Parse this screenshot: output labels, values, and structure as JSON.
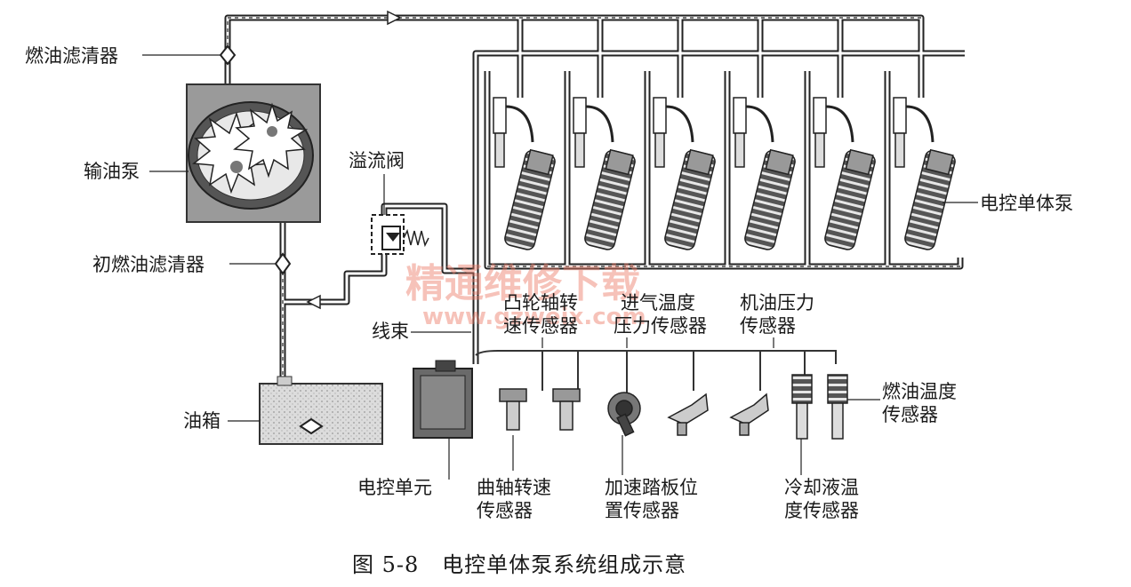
{
  "labels": {
    "fuel_filter": "燃油滤清器",
    "fuel_pump": "输油泵",
    "overflow_valve": "溢流阀",
    "pre_filter": "初燃油滤清器",
    "fuel_tank": "油箱",
    "harness": "线束",
    "unit_pump": "电控单体泵",
    "camshaft_sensor_l1": "凸轮轴转",
    "camshaft_sensor_l2": "速传感器",
    "intake_sensor_l1": "进气温度",
    "intake_sensor_l2": "压力传感器",
    "oil_pressure_l1": "机油压力",
    "oil_pressure_l2": "传感器",
    "fuel_temp_l1": "燃油温度",
    "fuel_temp_l2": "传感器",
    "ecu": "电控单元",
    "crank_sensor_l1": "曲轴转速",
    "crank_sensor_l2": "传感器",
    "pedal_sensor_l1": "加速踏板位",
    "pedal_sensor_l2": "置传感器",
    "coolant_sensor_l1": "冷却液温",
    "coolant_sensor_l2": "度传感器"
  },
  "caption": "图 5-8   电控单体泵系统组成示意",
  "watermark": {
    "line1": "精通维修下载",
    "line2": "www.gzweix.com"
  }
}
